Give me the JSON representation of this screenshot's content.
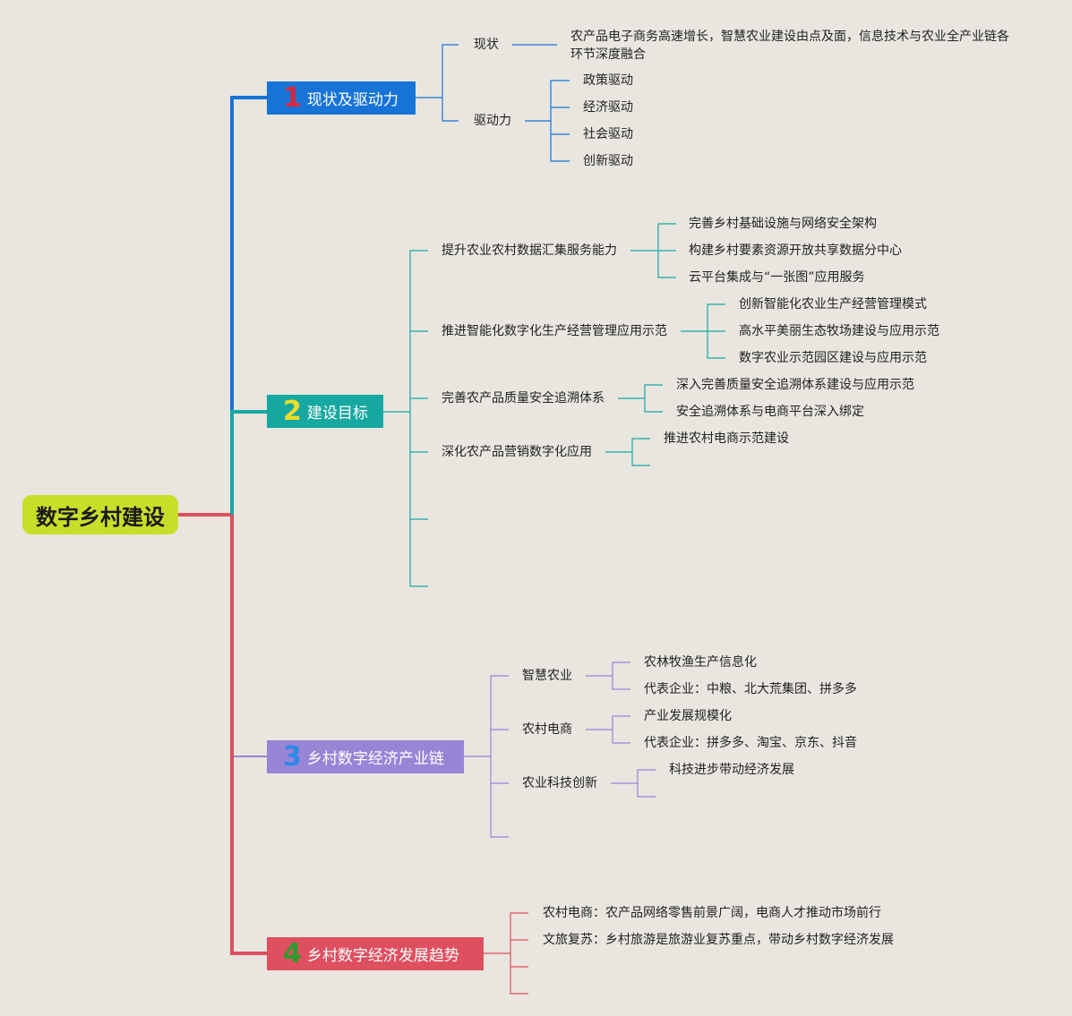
{
  "root": {
    "title": "数字乡村建设"
  },
  "branches": [
    {
      "num": "1",
      "label": "现状及驱动力"
    },
    {
      "num": "2",
      "label": "建设目标"
    },
    {
      "num": "3",
      "label": "乡村数字经济产业链"
    },
    {
      "num": "4",
      "label": "乡村数字经济发展趋势"
    }
  ],
  "b1": {
    "status": "现状",
    "status_detail": "农产品电子商务高速增长，智慧农业建设由点及面，信息技术与农业全产业链各环节深度融合",
    "drivers": "驱动力",
    "driver_items": [
      "政策驱动",
      "经济驱动",
      "社会驱动",
      "创新驱动"
    ]
  },
  "b2": {
    "g1": "提升农业农村数据汇集服务能力",
    "g1_items": [
      "完善乡村基础设施与网络安全架构",
      "构建乡村要素资源开放共享数据分中心",
      "云平台集成与“一张图”应用服务"
    ],
    "g2": "推进智能化数字化生产经营管理应用示范",
    "g2_items": [
      "创新智能化农业生产经营管理模式",
      "高水平美丽生态牧场建设与应用示范",
      "数字农业示范园区建设与应用示范"
    ],
    "g3": "完善农产品质量安全追溯体系",
    "g3_items": [
      "深入完善质量安全追溯体系建设与应用示范",
      "安全追溯体系与电商平台深入绑定"
    ],
    "g4": "深化农产品营销数字化应用",
    "g4_items": [
      "推进农村电商示范建设"
    ]
  },
  "b3": {
    "c1": "智慧农业",
    "c1_items": [
      "农林牧渔生产信息化",
      "代表企业：中粮、北大荒集团、拼多多"
    ],
    "c2": "农村电商",
    "c2_items": [
      "产业发展规模化",
      "代表企业：拼多多、淘宝、京东、抖音"
    ],
    "c3": "农业科技创新",
    "c3_items": [
      "科技进步带动经济发展"
    ]
  },
  "b4": {
    "items": [
      "农村电商：农产品网络零售前景广阔，电商人才推动市场前行",
      "文旅复苏：乡村旅游是旅游业复苏重点，带动乡村数字经济发展"
    ]
  },
  "colors": {
    "b1": "#1774D6",
    "b2": "#17A8A1",
    "b3": "#9885D6",
    "b4": "#DE4F60",
    "root": "#C8DF2A",
    "background": "#E8E6DF"
  }
}
